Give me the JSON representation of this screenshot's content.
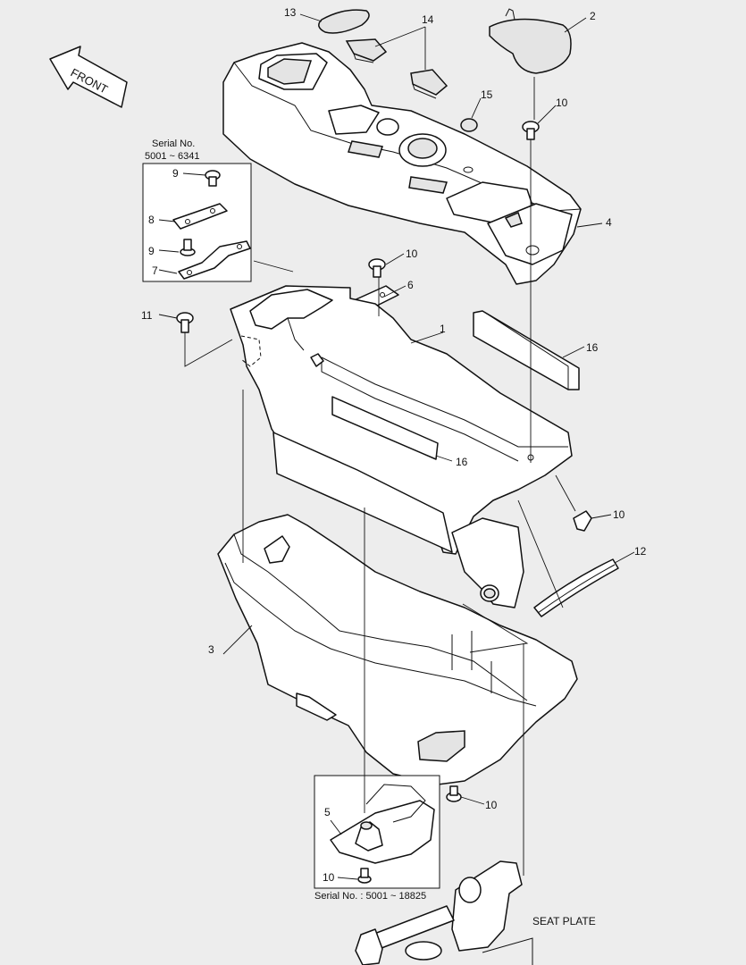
{
  "front_label": "FRONT",
  "seat_plate_label": "SEAT PLATE",
  "detail_top": {
    "serial_line1": "Serial No.",
    "serial_line2": "5001 ~ 6341"
  },
  "detail_bottom": {
    "serial": "Serial No. : 5001 ~ 18825"
  },
  "callouts": {
    "c13": "13",
    "c14": "14",
    "c2": "2",
    "c15": "15",
    "c10a": "10",
    "c4": "4",
    "c9a": "9",
    "c8": "8",
    "c9b": "9",
    "c7": "7",
    "c10b": "10",
    "c6": "6",
    "c11": "11",
    "c1": "1",
    "c16a": "16",
    "c16b": "16",
    "c10c": "10",
    "c12": "12",
    "c3": "3",
    "c10d": "10",
    "c5": "5",
    "c10e": "10"
  }
}
